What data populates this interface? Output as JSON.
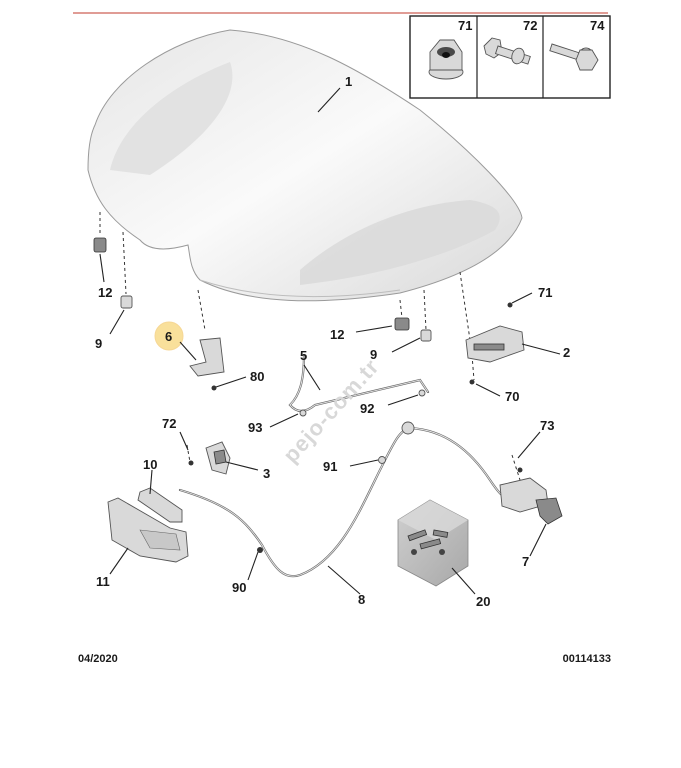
{
  "watermark": "pejo-com.tr",
  "footer": {
    "date": "04/2020",
    "reference": "00114133"
  },
  "legend_box": {
    "labels": [
      "71",
      "72",
      "74"
    ]
  },
  "callouts": {
    "c1": "1",
    "c2": "2",
    "c3": "3",
    "c5": "5",
    "c6": "6",
    "c7": "7",
    "c8": "8",
    "c9a": "9",
    "c9b": "9",
    "c10": "10",
    "c11": "11",
    "c12a": "12",
    "c12b": "12",
    "c20": "20",
    "c70": "70",
    "c71": "71",
    "c72": "72",
    "c73": "73",
    "c80": "80",
    "c90": "90",
    "c91": "91",
    "c92": "92",
    "c93": "93"
  },
  "highlight_color": "#f5c84a",
  "rule_color": "#c0392b"
}
